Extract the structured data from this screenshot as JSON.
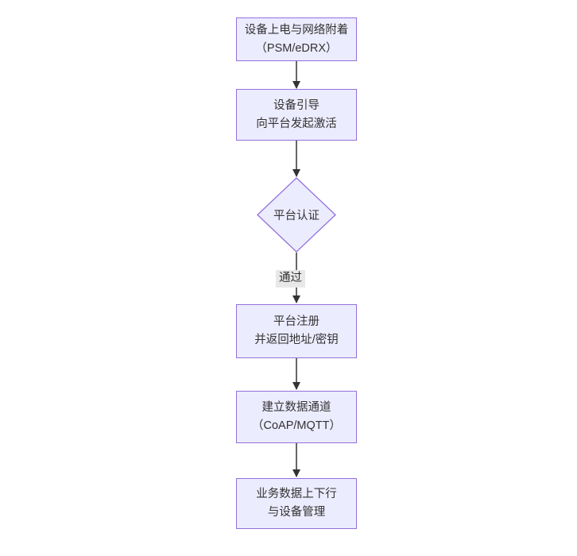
{
  "diagram": {
    "type": "flowchart-vertical",
    "nodes": {
      "power_attach": {
        "line1": "设备上电与网络附着",
        "line2": "（PSM/eDRX）"
      },
      "bootstrap": {
        "line1": "设备引导",
        "line2": "向平台发起激活"
      },
      "auth": {
        "label": "平台认证"
      },
      "register": {
        "line1": "平台注册",
        "line2": "并返回地址/密钥"
      },
      "channel": {
        "line1": "建立数据通道",
        "line2": "（CoAP/MQTT）"
      },
      "business": {
        "line1": "业务数据上下行",
        "line2": "与设备管理"
      }
    },
    "edges": {
      "pass_label": "通过"
    },
    "colors": {
      "node_fill": "#ECECFF",
      "node_border": "#9370DB",
      "arrow": "#333333",
      "text": "#333333",
      "edge_label_bg": "#E8E8E8"
    }
  }
}
